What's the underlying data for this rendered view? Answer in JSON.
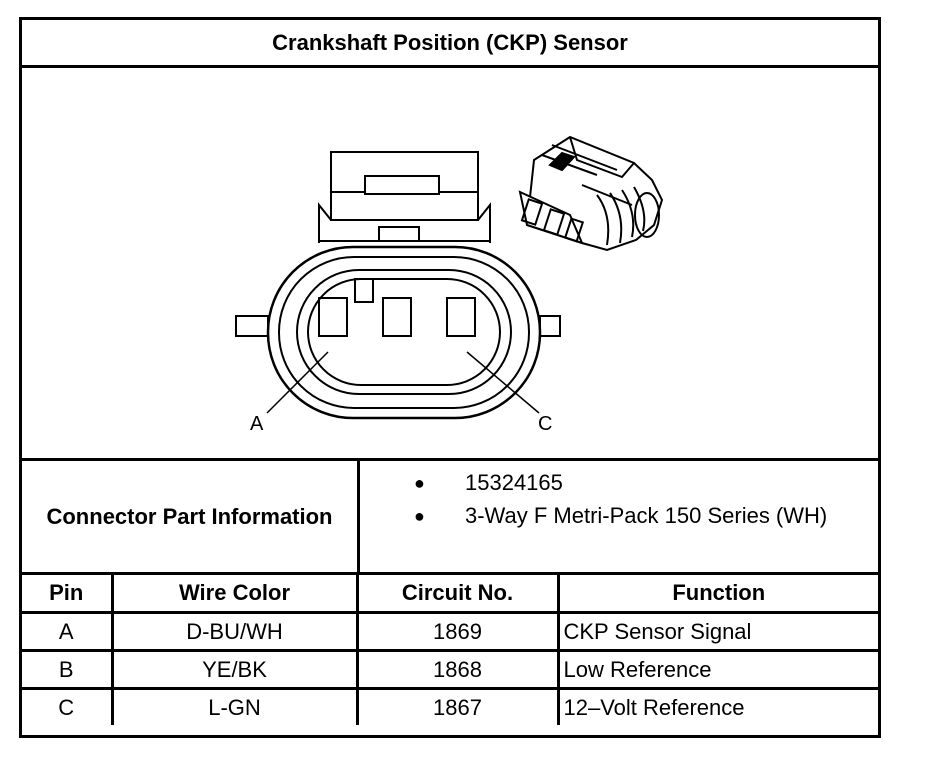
{
  "title": "Crankshaft Position (CKP) Sensor",
  "diagram": {
    "label_a": "A",
    "label_c": "C"
  },
  "connector_info": {
    "label": "Connector Part Information",
    "items": [
      "15324165",
      "3-Way F Metri-Pack 150 Series (WH)"
    ]
  },
  "table": {
    "headers": [
      "Pin",
      "Wire Color",
      "Circuit No.",
      "Function"
    ],
    "rows": [
      {
        "pin": "A",
        "wire_color": "D-BU/WH",
        "circuit": "1869",
        "function": "CKP Sensor Signal"
      },
      {
        "pin": "B",
        "wire_color": "YE/BK",
        "circuit": "1868",
        "function": "Low Reference"
      },
      {
        "pin": "C",
        "wire_color": "L-GN",
        "circuit": "1867",
        "function": "12–Volt Reference"
      }
    ]
  }
}
